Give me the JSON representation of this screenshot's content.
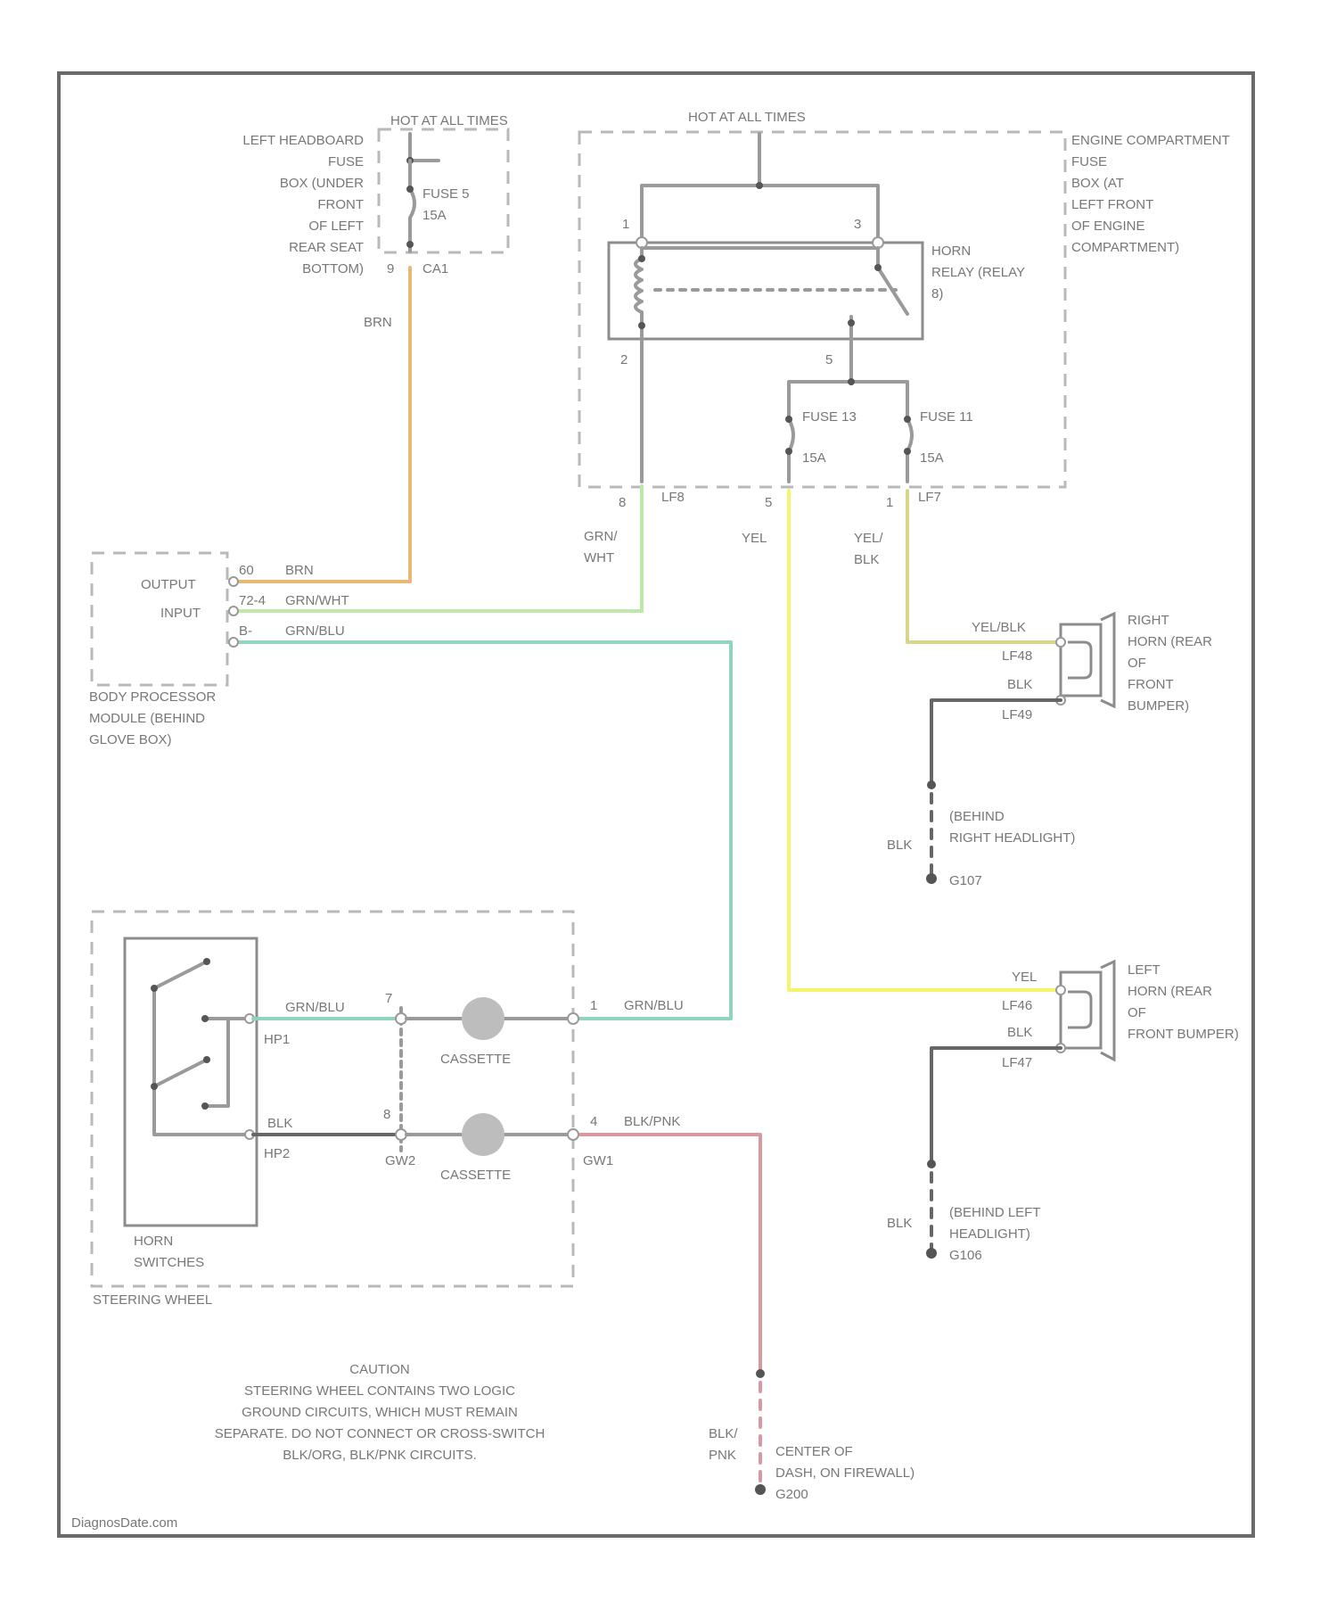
{
  "fuse_panel": {
    "hot_label": "HOT AT ALL TIMES",
    "location_lines": [
      "LEFT HEADBOARD",
      "FUSE",
      "BOX (UNDER",
      "FRONT",
      "OF LEFT",
      "REAR SEAT",
      "BOTTOM)"
    ],
    "fuse_name": "FUSE 5",
    "fuse_rating": "15A",
    "pin": "9",
    "connector": "CA1"
  },
  "engine_fuse_box": {
    "hot_label": "HOT AT ALL TIMES",
    "location_lines": [
      "ENGINE COMPARTMENT",
      "FUSE",
      "BOX (AT",
      "LEFT FRONT",
      "OF ENGINE",
      "COMPARTMENT)"
    ],
    "relay_lines": [
      "HORN",
      "RELAY (RELAY",
      "8)"
    ],
    "relay_pins": [
      "1",
      "3",
      "2",
      "5"
    ],
    "fuse_a_name": "FUSE 13",
    "fuse_a_rating": "15A",
    "fuse_b_name": "FUSE 11",
    "fuse_b_rating": "15A",
    "out_pin_1": "8",
    "out_conn_1": "LF8",
    "out_pin_2": "5",
    "out_pin_3": "1",
    "out_conn_3": "LF7"
  },
  "wire_labels": {
    "brn_vertical": "BRN",
    "grn_wht_1": "GRN/",
    "grn_wht_2": "WHT",
    "yel": "YEL",
    "yel_blk_1": "YEL/",
    "yel_blk_2": "BLK"
  },
  "bpm": {
    "output_label": "OUTPUT",
    "input_label": "INPUT",
    "pins": [
      "60",
      "72-4",
      "B-"
    ],
    "wires": [
      "BRN",
      "GRN/WHT",
      "GRN/BLU"
    ],
    "name_lines": [
      "BODY PROCESSOR",
      "MODULE (BEHIND",
      "GLOVE BOX)"
    ]
  },
  "right_horn": {
    "wire_top": "YEL/BLK",
    "conn_top": "LF48",
    "wire_bottom": "BLK",
    "conn_bottom": "LF49",
    "name_lines": [
      "RIGHT",
      "HORN (REAR",
      "OF",
      "FRONT",
      "BUMPER)"
    ],
    "ground_wire": "BLK",
    "ground_location_lines": [
      "(BEHIND",
      "RIGHT HEADLIGHT)"
    ],
    "ground_id": "G107"
  },
  "left_horn": {
    "wire_top": "YEL",
    "conn_top": "LF46",
    "wire_bottom": "BLK",
    "conn_bottom": "LF47",
    "name_lines": [
      "LEFT",
      "HORN (REAR",
      "OF",
      "FRONT BUMPER)"
    ],
    "ground_wire": "BLK",
    "ground_location_lines": [
      "(BEHIND LEFT",
      "HEADLIGHT)"
    ],
    "ground_id": "G106"
  },
  "steering_wheel": {
    "name": "STEERING WHEEL",
    "switches_lines": [
      "HORN",
      "SWITCHES"
    ],
    "conn_top": "HP1",
    "conn_bottom": "HP2",
    "wire_top": "GRN/BLU",
    "wire_bottom": "BLK",
    "clockspring_pin_top": "7",
    "clockspring_pin_bottom": "8",
    "clockspring_conn": "GW2",
    "clockspring_label_top": "CASSETTE",
    "clockspring_label_bottom": "CASSETTE",
    "out_pin_top": "1",
    "out_wire_top": "GRN/BLU",
    "out_pin_bottom": "4",
    "out_wire_bottom": "BLK/PNK",
    "out_conn": "GW1"
  },
  "dash_ground": {
    "wire_lines": [
      "BLK/",
      "PNK"
    ],
    "location_lines": [
      "CENTER OF",
      "DASH, ON FIREWALL)"
    ],
    "ground_id": "G200"
  },
  "caution": {
    "lines": [
      "CAUTION",
      "STEERING WHEEL CONTAINS TWO LOGIC",
      "GROUND CIRCUITS, WHICH MUST REMAIN",
      "SEPARATE. DO NOT CONNECT OR CROSS-SWITCH",
      "BLK/ORG, BLK/PNK CIRCUITS."
    ]
  },
  "watermark": "DiagnosDate.com",
  "colors": {
    "brn": "#e8b77a",
    "grn_wht": "#bde9a8",
    "grn_blu": "#8fd3c0",
    "yel": "#f3f56a",
    "yel_blk": "#d8d68a",
    "blk_pnk": "#d89aa0"
  }
}
